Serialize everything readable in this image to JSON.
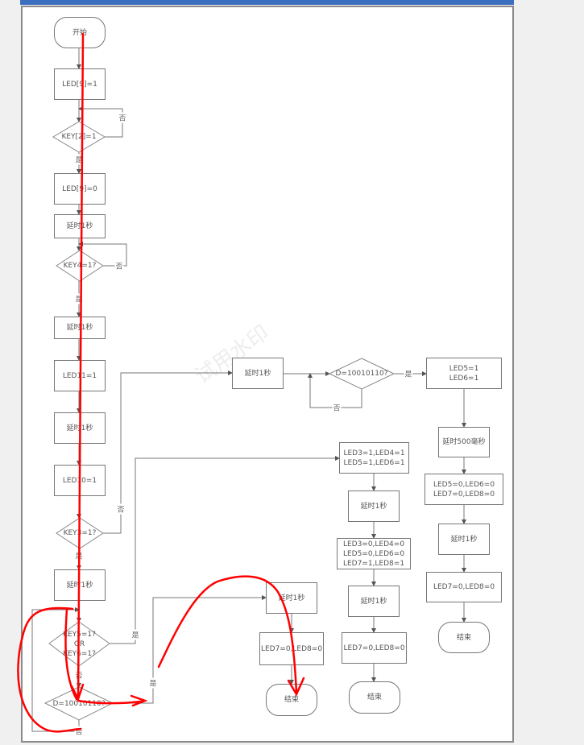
{
  "watermark": "试用水印",
  "nodes": {
    "start": "开始",
    "led9_on": "LED[9]=1",
    "key2": "KEY[2]=1",
    "led9_off": "LED[9]=0",
    "delay_a": "延时1秒",
    "key4": "KEY4=1?",
    "delay_b": "延时1秒",
    "led11": "LED11=1",
    "delay_c": "延时1秒",
    "led10": "LED10=1",
    "key3": "KEY3=1?",
    "delay_d": "延时1秒",
    "key56": "KEY5=1?\nOR\nKEY6=1?",
    "d_check": "D=10010110?",
    "r_delay": "延时1秒",
    "r_d_check": "D=10010110?",
    "r_led56_on": "LED5=1\nLED6=1",
    "r_delay500": "延时500毫秒",
    "r_led5678_off": "LED5=0,LED6=0\nLED7=0,LED8=0",
    "r_delay2": "延时1秒",
    "r_led78_off": "LED7=0,LED8=0",
    "r_end": "结束",
    "m_led3456_on": "LED3=1,LED4=1\nLED5=1,LED6=1",
    "m_delay": "延时1秒",
    "m_led_mix": "LED3=0,LED4=0\nLED5=0,LED6=0\nLED7=1,LED8=1",
    "m_delay2": "延时1秒",
    "m_led78_off": "LED7=0,LED8=0",
    "m_end": "结束",
    "l_delay": "延时1秒",
    "l_led78_off": "LED7=0,LED8=0",
    "l_end": "结束"
  },
  "labels": {
    "yes": "是",
    "no": "否"
  },
  "colors": {
    "annotation": "#ff0000",
    "line": "#777777",
    "titlebar": "#3d6fc0"
  }
}
